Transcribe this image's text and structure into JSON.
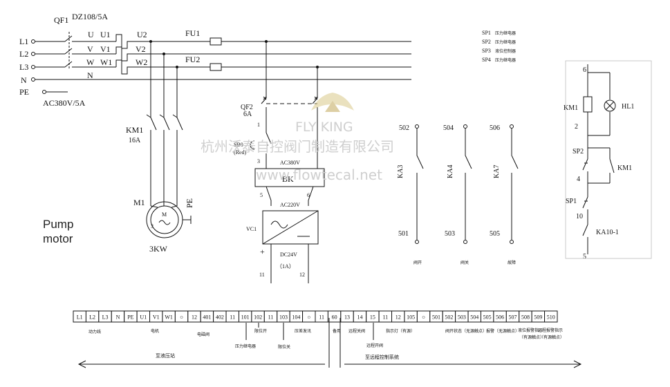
{
  "breaker": {
    "qf1": "QF1",
    "model": "DZ108/5A",
    "qf2": "QF2",
    "qf2_rating": "6A"
  },
  "supply": {
    "lines": [
      "L1",
      "L2",
      "L3",
      "N",
      "PE"
    ],
    "voltage": "AC380V/5A"
  },
  "phase_in": [
    "U",
    "V",
    "W",
    "N"
  ],
  "phase_out_left": [
    "U1",
    "V1",
    "W1"
  ],
  "phase_out_right": [
    "U2",
    "V2",
    "W2"
  ],
  "fuses": [
    "FU1",
    "FU2"
  ],
  "contactor": {
    "name": "KM1",
    "rating": "16A"
  },
  "motor": {
    "name": "M1",
    "pe": "PE",
    "power": "3KW",
    "symbol": "M",
    "winding": "3",
    "label_line1": "Pump",
    "label_line2": "motor"
  },
  "control": {
    "node1": "1",
    "sb0": "SB0",
    "sb0_color": "(Red)",
    "node3": "3",
    "ac380": "AC380V",
    "transformer": "BK",
    "node5": "5",
    "node6": "6",
    "ac220": "AC220V",
    "vc": "VC1",
    "plus": "+",
    "dc": "DC24V",
    "dc_current": "（1A）",
    "node11": "11",
    "node12": "12"
  },
  "relays": [
    {
      "name": "KA3",
      "top": "502",
      "bottom": "501",
      "note": "阀开"
    },
    {
      "name": "KA4",
      "top": "504",
      "bottom": "503",
      "note": "阀关"
    },
    {
      "name": "KA7",
      "top": "506",
      "bottom": "505",
      "note": "故障"
    }
  ],
  "legend": [
    {
      "code": "SP1",
      "desc": "压力继电器"
    },
    {
      "code": "SP2",
      "desc": "压力继电器"
    },
    {
      "code": "SP3",
      "desc": "液位控制器"
    },
    {
      "code": "SP4",
      "desc": "压力继电器"
    }
  ],
  "right_circuit": {
    "n6": "6",
    "km1": "KM1",
    "hl1": "HL1",
    "n2": "2",
    "sp2": "SP2",
    "km1_contact": "KM1",
    "n4": "4",
    "sp1": "SP1",
    "n10": "10",
    "ka": "KA10-1",
    "n5": "5"
  },
  "watermark": {
    "brand": "FLY KING",
    "company": "杭州沃泰自控阀门制造有限公司",
    "url": "www.flowtecal.net"
  },
  "terminals": [
    "L1",
    "L2",
    "L3",
    "N",
    "PE",
    "U1",
    "V1",
    "W1",
    "○",
    "12",
    "401",
    "402",
    "11",
    "101",
    "102",
    "11",
    "103",
    "104",
    "○",
    "11",
    "60",
    "13",
    "14",
    "15",
    "11",
    "12",
    "105",
    "○",
    "501",
    "502",
    "503",
    "504",
    "505",
    "506",
    "507",
    "508",
    "509",
    "510"
  ],
  "terminal_notes": [
    {
      "text": "动力线"
    },
    {
      "text": "电机"
    },
    {
      "text": "电磁阀"
    },
    {
      "text": "压力继电器"
    },
    {
      "text": "限位开"
    },
    {
      "text": "限位关"
    },
    {
      "text": "压差发讯"
    },
    {
      "text": "备用"
    },
    {
      "text": "远程关阀"
    },
    {
      "text": "远程开阀"
    },
    {
      "text": "指示灯（有源）"
    },
    {
      "text": "阀开状态（无源触点）"
    },
    {
      "text": "报警（无源触点）"
    },
    {
      "text": "液位报警指示"
    },
    {
      "text": "（有源触点）"
    },
    {
      "text": "远程报警指示"
    },
    {
      "text": "（有源触点）"
    }
  ],
  "bottom": {
    "left_label": "至液压站",
    "right_label": "至远程控制系统"
  }
}
